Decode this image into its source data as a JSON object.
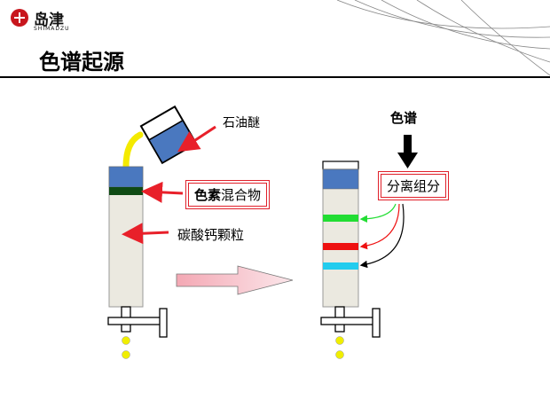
{
  "header": {
    "logo_text": "岛津",
    "logo_subtext": "SHIMADZU",
    "title": "色谱起源"
  },
  "labels": {
    "solvent": "石油醚",
    "pigment_bold": "色素",
    "pigment_rest": "混合物",
    "particles": "碳酸钙颗粒",
    "chromatogram": "色谱",
    "separation": "分离组分"
  },
  "colors": {
    "column_fill": "#ebe9e0",
    "column_top": "#4a78bf",
    "pigment_band": "#0f4a14",
    "band_green": "#22dd33",
    "band_red": "#ee1111",
    "band_cyan": "#22ccee",
    "arrow_red": "#e8202a",
    "droplet": "#f0ee00",
    "pipe_yellow": "#f4ea00",
    "funnel_blue": "#4a78bf"
  }
}
